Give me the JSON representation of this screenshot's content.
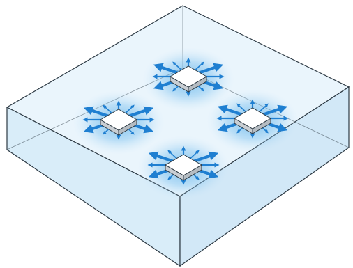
{
  "diagram": {
    "kind": "isometric-box-with-ceiling-diffusers",
    "diffuser_count": 4,
    "diffusers": [
      {
        "id": "top"
      },
      {
        "id": "left"
      },
      {
        "id": "right"
      },
      {
        "id": "bottom"
      }
    ],
    "colors": {
      "box_fill": "#e6f2fb",
      "box_fill_side": "#d8ebf8",
      "box_edge": "#2d3a44",
      "arrow": "#1f7fd1",
      "glow": "#4aa8e8",
      "diffuser_top": "#ffffff",
      "diffuser_side": "#c9ced3",
      "diffuser_edge": "#2d3a44"
    }
  }
}
